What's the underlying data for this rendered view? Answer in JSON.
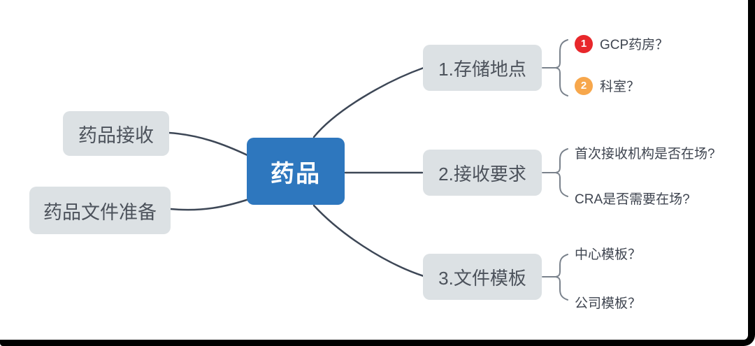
{
  "diagram": {
    "type": "mindmap",
    "root": {
      "label": "药品"
    },
    "left_nodes": [
      {
        "label": "药品接收"
      },
      {
        "label": "药品文件准备"
      }
    ],
    "right_branches": [
      {
        "label": "1.存储地点",
        "children": [
          {
            "badge": "1",
            "badge_color": "#e8272b",
            "label": "GCP药房？"
          },
          {
            "badge": "2",
            "badge_color": "#f7a74c",
            "label": "科室？"
          }
        ]
      },
      {
        "label": "2.接收要求",
        "children": [
          {
            "label": "首次接收机构是否在场?"
          },
          {
            "label": "CRA是否需要在场?"
          }
        ]
      },
      {
        "label": "3.文件模板",
        "children": [
          {
            "label": "中心模板？"
          },
          {
            "label": "公司模板？"
          }
        ]
      }
    ],
    "colors": {
      "root_bg": "#2e77be",
      "root_text": "#ffffff",
      "node_bg": "#dce1e4",
      "node_text": "#4c525b",
      "leaf_text": "#3f4550",
      "main_line": "#3d4756",
      "brace_line": "#7a828c",
      "frame": "#000000",
      "canvas_bg": "#ffffff"
    }
  }
}
